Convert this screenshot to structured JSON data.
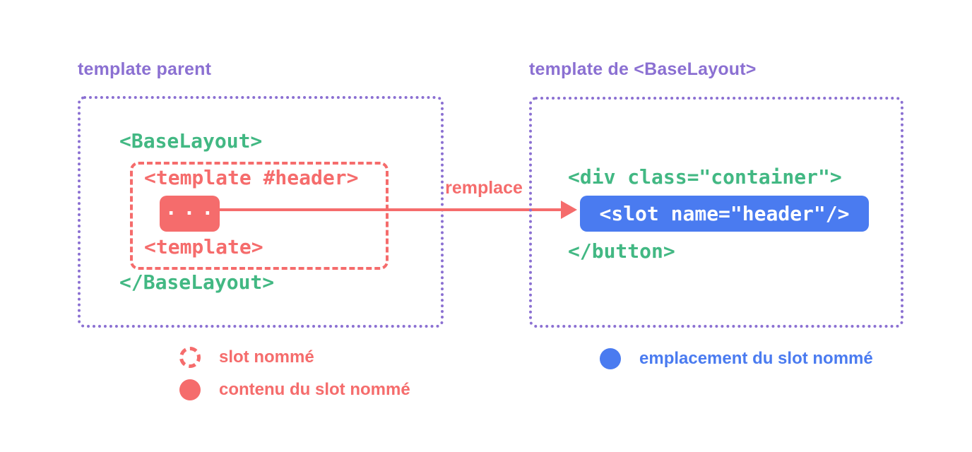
{
  "colors": {
    "purple": "#8b70d2",
    "green": "#42b883",
    "red": "#f56c6c",
    "blue": "#4a7bf0",
    "background": "#ffffff"
  },
  "left_panel": {
    "title": "template parent",
    "code": {
      "open_tag": "<BaseLayout>",
      "named_slot": {
        "template_open": "<template #header>",
        "content_placeholder": "...",
        "template_close": "<template>"
      },
      "close_tag": "</BaseLayout>"
    }
  },
  "arrow": {
    "label": "remplace"
  },
  "right_panel": {
    "title": "template de <BaseLayout>",
    "code": {
      "open_tag": "<div class=\"container\">",
      "slot_tag": "<slot name=\"header\"/>",
      "close_tag": "</button>"
    }
  },
  "legend": {
    "items": [
      {
        "swatch": "dashed-red-circle",
        "label": "slot nommé"
      },
      {
        "swatch": "solid-red-circle",
        "label": "contenu du slot nommé"
      },
      {
        "swatch": "solid-blue-circle",
        "label": "emplacement du slot nommé"
      }
    ]
  }
}
